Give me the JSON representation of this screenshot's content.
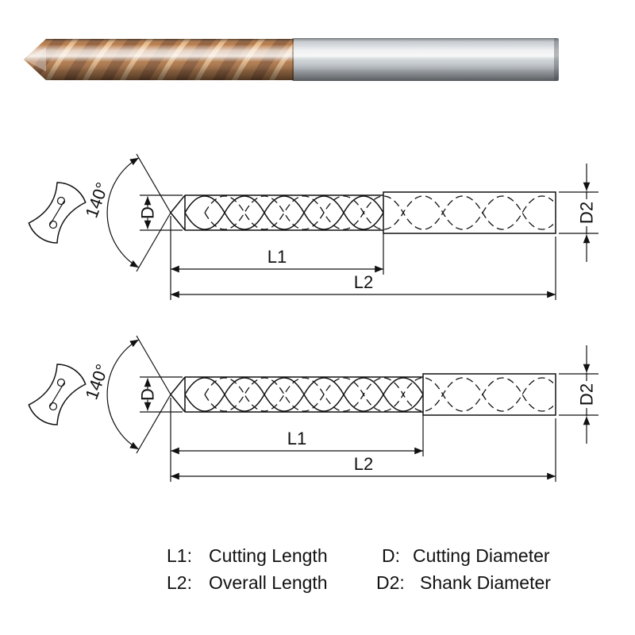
{
  "photo": {
    "flute_color": "#b06e38",
    "shank_color": "#c9ced2"
  },
  "diagram": {
    "point_angle": "140°",
    "cutting_diameter_label": "D",
    "shank_diameter_label": "D2",
    "cutting_length_label": "L1",
    "overall_length_label": "L2"
  },
  "legend": {
    "rows": [
      {
        "key": "L1:",
        "value": "Cutting Length"
      },
      {
        "key": "L2:",
        "value": "Overall Length"
      },
      {
        "key": "D:",
        "value": "Cutting Diameter"
      },
      {
        "key": "D2:",
        "value": "Shank Diameter"
      }
    ]
  }
}
